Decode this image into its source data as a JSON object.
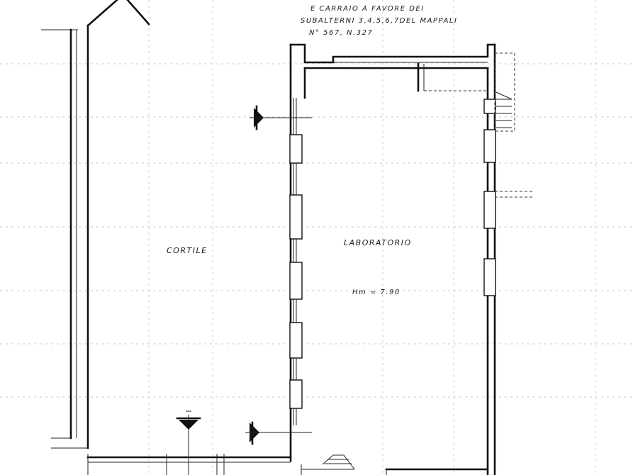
{
  "note": {
    "line1": "E CARRAIO  A FAVORE DEI",
    "line2": "SUBALTERNI 3,4,5,6,7DEL MAPPALI",
    "line3": "N° 567, N.327"
  },
  "rooms": {
    "courtyard": "CORTILE",
    "laboratory": "LABORATORIO",
    "height": "Hm = 7.90"
  },
  "colors": {
    "ink": "#111111",
    "paper": "#ffffff",
    "grid": "#b8b8b8"
  }
}
